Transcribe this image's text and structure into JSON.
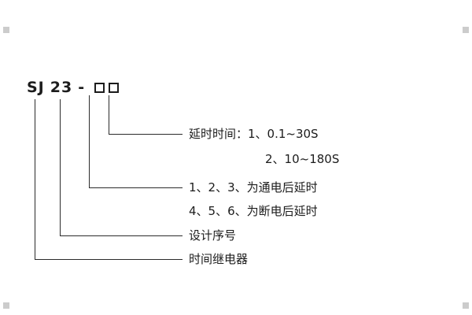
{
  "diagram": {
    "model_prefix": "SJ",
    "model_series": "23",
    "model_separator": "-",
    "delay_time_label": "延时时间：1、0.1~30S",
    "delay_time_option2": "2、10~180S",
    "power_on_delay_label": "1、2、3、为通电后延时",
    "power_off_delay_label": "4、5、6、为断电后延时",
    "design_serial_label": "设计序号",
    "relay_type_label": "时间继电器"
  }
}
